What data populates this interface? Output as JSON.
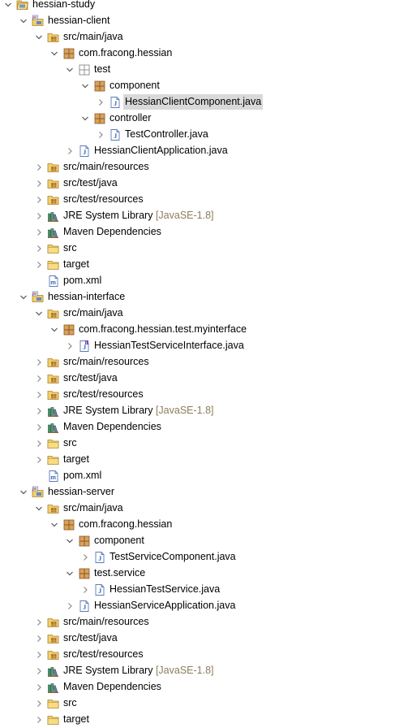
{
  "explorer": {
    "items": [
      {
        "label": "hessian-study",
        "depth": 0,
        "toggle": "expanded",
        "icon": "project-open-icon"
      },
      {
        "label": "hessian-client",
        "depth": 1,
        "toggle": "expanded",
        "icon": "maven-project-icon"
      },
      {
        "label": "src/main/java",
        "depth": 2,
        "toggle": "expanded",
        "icon": "source-folder-icon"
      },
      {
        "label": "com.fracong.hessian",
        "depth": 3,
        "toggle": "expanded",
        "icon": "package-icon"
      },
      {
        "label": "test",
        "depth": 4,
        "toggle": "expanded",
        "icon": "empty-package-icon"
      },
      {
        "label": "component",
        "depth": 5,
        "toggle": "expanded",
        "icon": "package-icon"
      },
      {
        "label": "HessianClientComponent.java",
        "depth": 6,
        "toggle": "collapsed",
        "icon": "java-file-icon",
        "selected": true
      },
      {
        "label": "controller",
        "depth": 5,
        "toggle": "expanded",
        "icon": "package-icon"
      },
      {
        "label": "TestController.java",
        "depth": 6,
        "toggle": "collapsed",
        "icon": "java-file-icon"
      },
      {
        "label": "HessianClientApplication.java",
        "depth": 4,
        "toggle": "collapsed",
        "icon": "java-file-icon"
      },
      {
        "label": "src/main/resources",
        "depth": 2,
        "toggle": "collapsed",
        "icon": "source-folder-icon"
      },
      {
        "label": "src/test/java",
        "depth": 2,
        "toggle": "collapsed",
        "icon": "source-folder-icon"
      },
      {
        "label": "src/test/resources",
        "depth": 2,
        "toggle": "collapsed",
        "icon": "source-folder-icon"
      },
      {
        "label": "JRE System Library",
        "suffix": "[JavaSE-1.8]",
        "depth": 2,
        "toggle": "collapsed",
        "icon": "library-icon"
      },
      {
        "label": "Maven Dependencies",
        "depth": 2,
        "toggle": "collapsed",
        "icon": "library-icon"
      },
      {
        "label": "src",
        "depth": 2,
        "toggle": "collapsed",
        "icon": "folder-icon"
      },
      {
        "label": "target",
        "depth": 2,
        "toggle": "collapsed",
        "icon": "folder-icon"
      },
      {
        "label": "pom.xml",
        "depth": 2,
        "toggle": "none",
        "icon": "maven-pom-icon"
      },
      {
        "label": "hessian-interface",
        "depth": 1,
        "toggle": "expanded",
        "icon": "maven-project-icon"
      },
      {
        "label": "src/main/java",
        "depth": 2,
        "toggle": "expanded",
        "icon": "source-folder-icon"
      },
      {
        "label": "com.fracong.hessian.test.myinterface",
        "depth": 3,
        "toggle": "expanded",
        "icon": "package-icon"
      },
      {
        "label": "HessianTestServiceInterface.java",
        "depth": 4,
        "toggle": "collapsed",
        "icon": "java-interface-file-icon"
      },
      {
        "label": "src/main/resources",
        "depth": 2,
        "toggle": "collapsed",
        "icon": "source-folder-icon"
      },
      {
        "label": "src/test/java",
        "depth": 2,
        "toggle": "collapsed",
        "icon": "source-folder-icon"
      },
      {
        "label": "src/test/resources",
        "depth": 2,
        "toggle": "collapsed",
        "icon": "source-folder-icon"
      },
      {
        "label": "JRE System Library",
        "suffix": "[JavaSE-1.8]",
        "depth": 2,
        "toggle": "collapsed",
        "icon": "library-icon"
      },
      {
        "label": "Maven Dependencies",
        "depth": 2,
        "toggle": "collapsed",
        "icon": "library-icon"
      },
      {
        "label": "src",
        "depth": 2,
        "toggle": "collapsed",
        "icon": "folder-icon"
      },
      {
        "label": "target",
        "depth": 2,
        "toggle": "collapsed",
        "icon": "folder-icon"
      },
      {
        "label": "pom.xml",
        "depth": 2,
        "toggle": "none",
        "icon": "maven-pom-icon"
      },
      {
        "label": "hessian-server",
        "depth": 1,
        "toggle": "expanded",
        "icon": "maven-project-icon"
      },
      {
        "label": "src/main/java",
        "depth": 2,
        "toggle": "expanded",
        "icon": "source-folder-icon"
      },
      {
        "label": "com.fracong.hessian",
        "depth": 3,
        "toggle": "expanded",
        "icon": "package-icon"
      },
      {
        "label": "component",
        "depth": 4,
        "toggle": "expanded",
        "icon": "package-icon"
      },
      {
        "label": "TestServiceComponent.java",
        "depth": 5,
        "toggle": "collapsed",
        "icon": "java-file-icon"
      },
      {
        "label": "test.service",
        "depth": 4,
        "toggle": "expanded",
        "icon": "package-icon"
      },
      {
        "label": "HessianTestService.java",
        "depth": 5,
        "toggle": "collapsed",
        "icon": "java-file-icon"
      },
      {
        "label": "HessianServiceApplication.java",
        "depth": 4,
        "toggle": "collapsed",
        "icon": "java-file-icon"
      },
      {
        "label": "src/main/resources",
        "depth": 2,
        "toggle": "collapsed",
        "icon": "source-folder-icon"
      },
      {
        "label": "src/test/java",
        "depth": 2,
        "toggle": "collapsed",
        "icon": "source-folder-icon"
      },
      {
        "label": "src/test/resources",
        "depth": 2,
        "toggle": "collapsed",
        "icon": "source-folder-icon"
      },
      {
        "label": "JRE System Library",
        "suffix": "[JavaSE-1.8]",
        "depth": 2,
        "toggle": "collapsed",
        "icon": "library-icon"
      },
      {
        "label": "Maven Dependencies",
        "depth": 2,
        "toggle": "collapsed",
        "icon": "library-icon"
      },
      {
        "label": "src",
        "depth": 2,
        "toggle": "collapsed",
        "icon": "folder-icon"
      },
      {
        "label": "target",
        "depth": 2,
        "toggle": "collapsed",
        "icon": "folder-icon"
      }
    ]
  },
  "colors": {
    "selection": "#d9d9d9",
    "decoration_suffix": "#8b7d5b",
    "folder_yellow": "#f2cf6a",
    "package_brown": "#b07a3c",
    "java_blue": "#2e62b5",
    "toggle_gray": "#555555"
  }
}
